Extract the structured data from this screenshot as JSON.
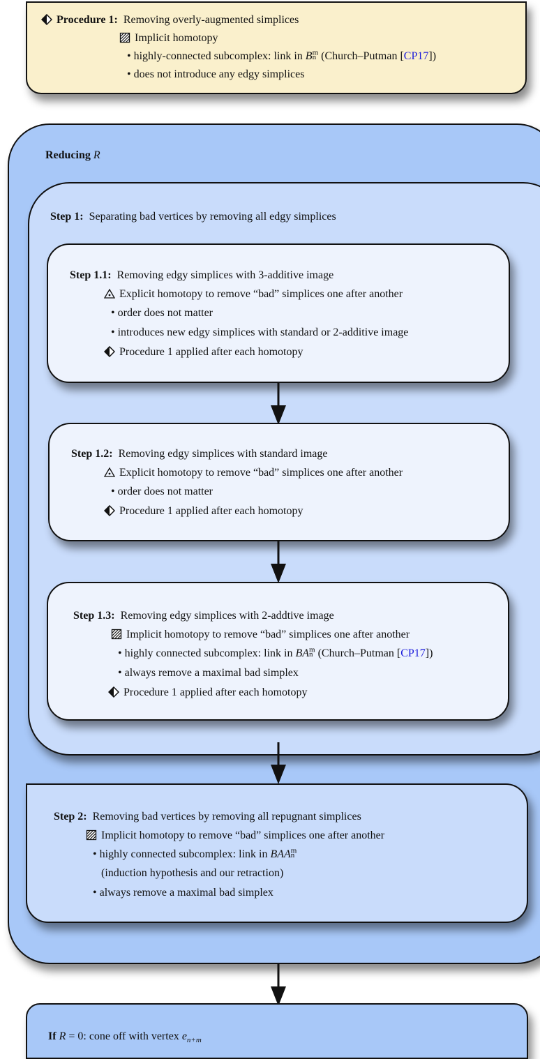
{
  "procedure1": {
    "title": "Procedure 1:",
    "title_text": "Removing overly-augmented simplices",
    "homotopy": "Implicit homotopy",
    "bullet1_prefix": "highly-connected subcomplex: link in",
    "bullet1_math": "B",
    "bullet1_suffix": "(Church–Putman [",
    "bullet1_cite": "CP17",
    "bullet1_end": "])",
    "bullet2": "does not introduce any edgy simplices"
  },
  "reducing": {
    "title": "Reducing",
    "var": "R"
  },
  "step1": {
    "title": "Step 1:",
    "text": "Separating bad vertices by removing all edgy simplices"
  },
  "step11": {
    "title": "Step 1.1:",
    "text": "Removing edgy simplices with 3-additive image",
    "homotopy": "Explicit homotopy to remove “bad” simplices one after another",
    "bullet1": "order does not matter",
    "bullet2": "introduces new edgy simplices with standard or 2-additive image",
    "procedure": "Procedure 1 applied after each homotopy"
  },
  "step12": {
    "title": "Step 1.2:",
    "text": "Removing edgy simplices with standard image",
    "homotopy": "Explicit homotopy to remove “bad” simplices one after another",
    "bullet1": "order does not matter",
    "procedure": "Procedure 1 applied after each homotopy"
  },
  "step13": {
    "title": "Step 1.3:",
    "text": "Removing edgy simplices with 2-addtive image",
    "homotopy": "Implicit homotopy to remove “bad” simplices one after another",
    "bullet1_prefix": "highly connected subcomplex: link in",
    "bullet1_math": "BA",
    "bullet1_suffix": "(Church–Putman [",
    "bullet1_cite": "CP17",
    "bullet1_end": "])",
    "bullet2": "always remove a maximal bad simplex",
    "procedure": "Procedure 1 applied after each homotopy"
  },
  "step2": {
    "title": "Step 2:",
    "text": "Removing bad vertices by removing all repugnant simplices",
    "homotopy": "Implicit homotopy to remove “bad” simplices one after another",
    "bullet1_prefix": "highly connected subcomplex: link in",
    "bullet1_math": "BAA",
    "bullet1_cont": "(induction hypothesis and our retraction)",
    "bullet2": "always remove a maximal bad simplex"
  },
  "final": {
    "if": "If",
    "condition": "R = 0: cone off with vertex",
    "vertex": "e",
    "vertex_sub": "n+m"
  },
  "math": {
    "sup": "m",
    "sub": "n"
  },
  "colors": {
    "procedure_fill": "#faf0cc",
    "outer_fill": "#a8c8f8",
    "step1_fill": "#c9dcfb",
    "substep_fill": "#eef3fd",
    "step2_fill": "#c9dcfb",
    "final_fill": "#a8c8f8",
    "cite": "#1a1adb"
  }
}
